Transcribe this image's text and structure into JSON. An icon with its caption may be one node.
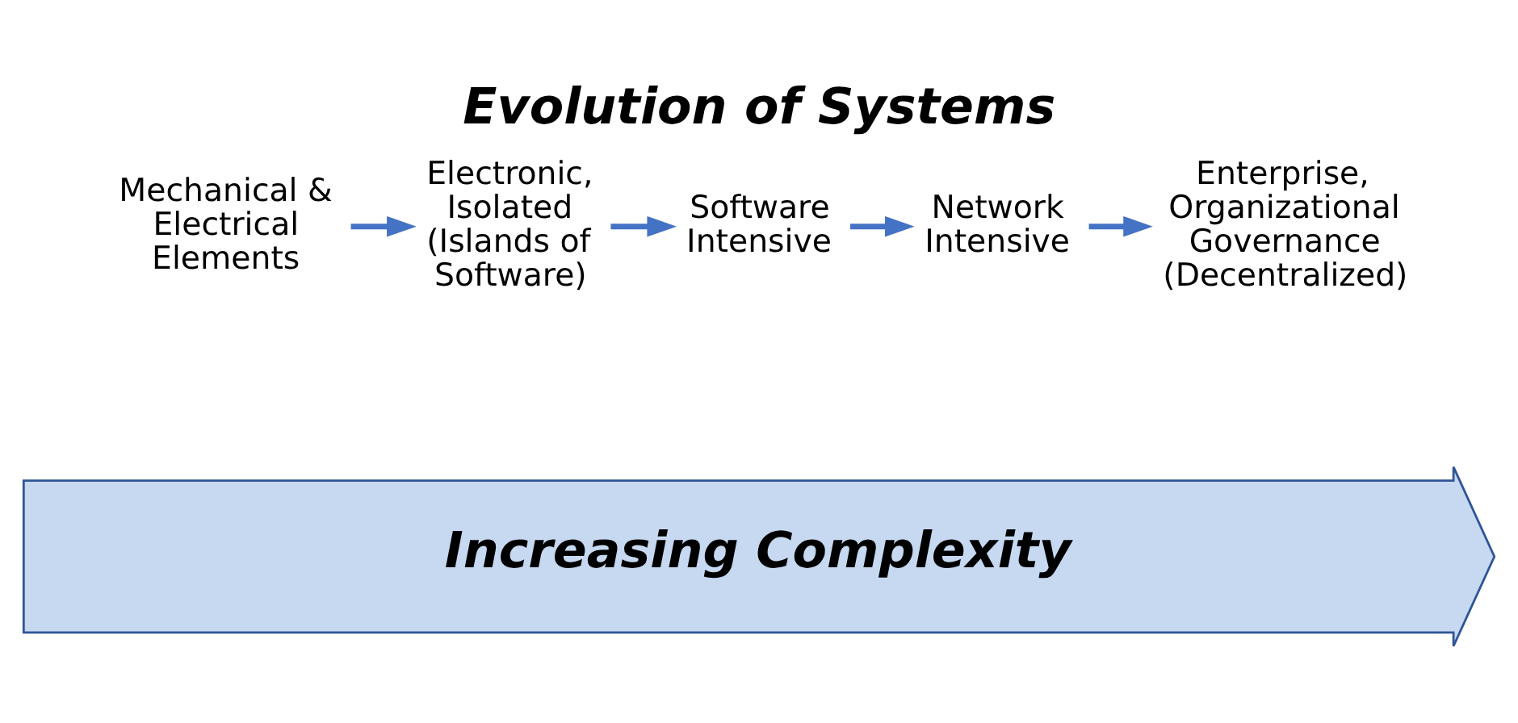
{
  "diagram": {
    "title": "Evolution of Systems",
    "nodes": [
      {
        "text": [
          "Mechanical & Electrical Elements"
        ]
      },
      {
        "text": [
          "Electronic, Isolated (Islands of Software)"
        ]
      },
      {
        "text": [
          "Software Intensive"
        ]
      },
      {
        "text": [
          "Network Intensive"
        ]
      },
      {
        "text": [
          "Enterprise, Organizational Governance (Decentralized)"
        ]
      },
      {
        "text": [
          "Increasing Complexity"
        ]
      }
    ],
    "edges": [
      {
        "from": 0,
        "to": 1,
        "arrow": "to"
      },
      {
        "from": 1,
        "to": 2,
        "arrow": "to"
      },
      {
        "from": 2,
        "to": 3,
        "arrow": "to"
      },
      {
        "from": 3,
        "to": 4,
        "arrow": "to"
      }
    ]
  }
}
